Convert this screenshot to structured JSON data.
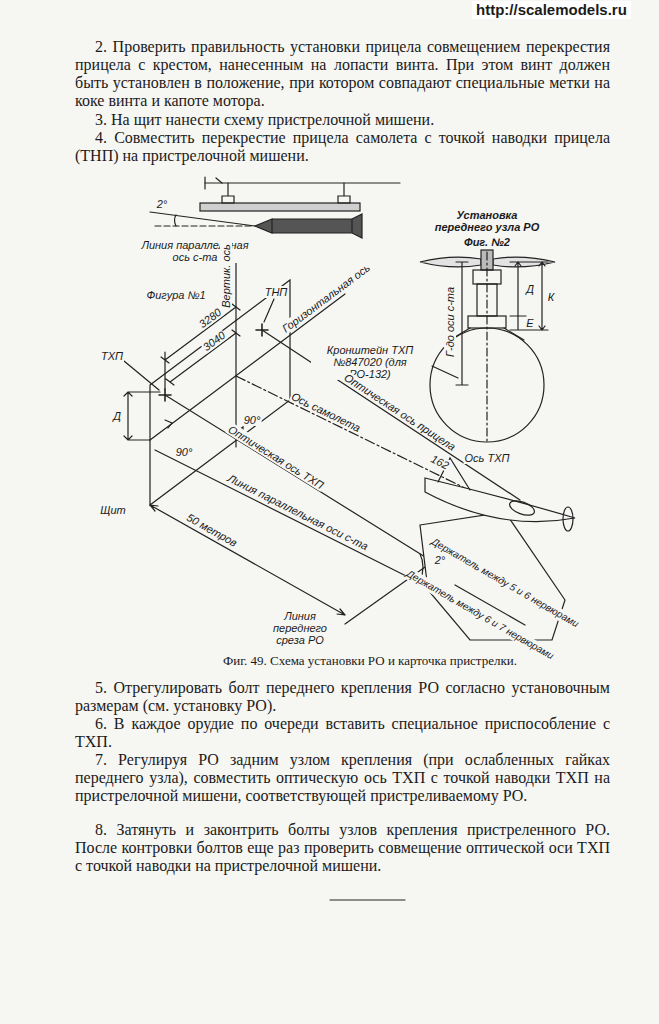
{
  "diagram": {
    "caption": "Фиг. 49. Схема установки РО и карточка пристрелки.",
    "labels": [
      "http://scalemodels.ru",
      "2. Проверить правильность установки прицела совмещением перекрестия прицела с крестом, нанесенным на лопасти винта. При этом винт должен быть установлен в положение, при котором совпадают специальные метки на коке винта и капоте мотора.",
      "3. На щит нанести схему пристрелочной мишени.",
      "4. Совместить перекрестие прицела самолета с точкой наводки прицела (ТНП) на пристрелочной мишени.",
      "2°",
      "Линия параллельная ось с-та",
      "Установка переднего узла РО",
      "Фиг. №2",
      "Д",
      "К",
      "Е",
      "Г-до оси с-та",
      "Ось ТХП",
      "Кронштейн ТХП №847020 (для РО-132)",
      "Фигура №1",
      "Вертик. ось",
      "ТНП",
      "3280",
      "3040",
      "Горизонтальная ось",
      "ТХП",
      "Д",
      "90°",
      "90°",
      "Оптическая ось прицела",
      "Ось самолета",
      "162",
      "Оптическая ось ТХП",
      "Линия параллельная оси с-та",
      "Щит",
      "50 метров",
      "2°",
      "Линия переднего среза РО",
      "Держатель между 5 и 6 нервюрами",
      "Держатель между 6 и 7 нервюрами",
      "5. Отрегулировать болт переднего крепления РО согласно установочным размерам (см. установку РО).",
      "6. В каждое орудие по очереди вставить специальное приспособление с ТХП.",
      "7. Регулируя РО задним узлом крепления (при ослабленных гайках переднего узла), совместить оптическую ось ТХП с точкой наводки ТХП на пристрелочной мишени, соответствующей пристреливаемому РО.",
      "8. Затянуть и законтрить болты узлов крепления пристреленного РО. После контровки болтов еще раз проверить совмещение оптической оси ТХП с точкой наводки на пристрелочной мишени."
    ]
  }
}
